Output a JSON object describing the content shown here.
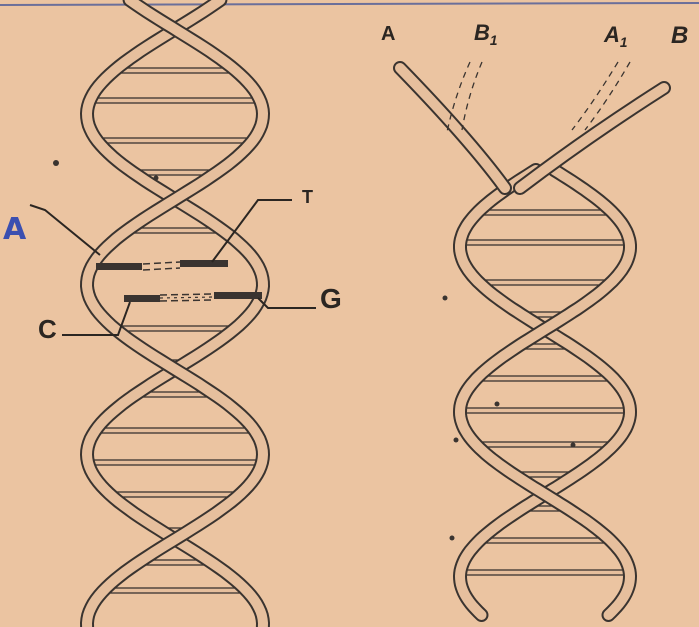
{
  "diagram": {
    "labels": {
      "top_a": "A",
      "top_b1_letter": "B",
      "top_b1_sub": "1",
      "top_a1_letter": "A",
      "top_a1_sub": "1",
      "top_b": "B",
      "left_a": "A",
      "right_t": "T",
      "left_c": "C",
      "right_g": "G"
    },
    "colors": {
      "paper": "#ebc4a1",
      "ink": "#2b2622",
      "strand_edge": "#3a3430",
      "strand_fill": "#e6bf9d",
      "pencil": "#3b4fb0"
    }
  }
}
